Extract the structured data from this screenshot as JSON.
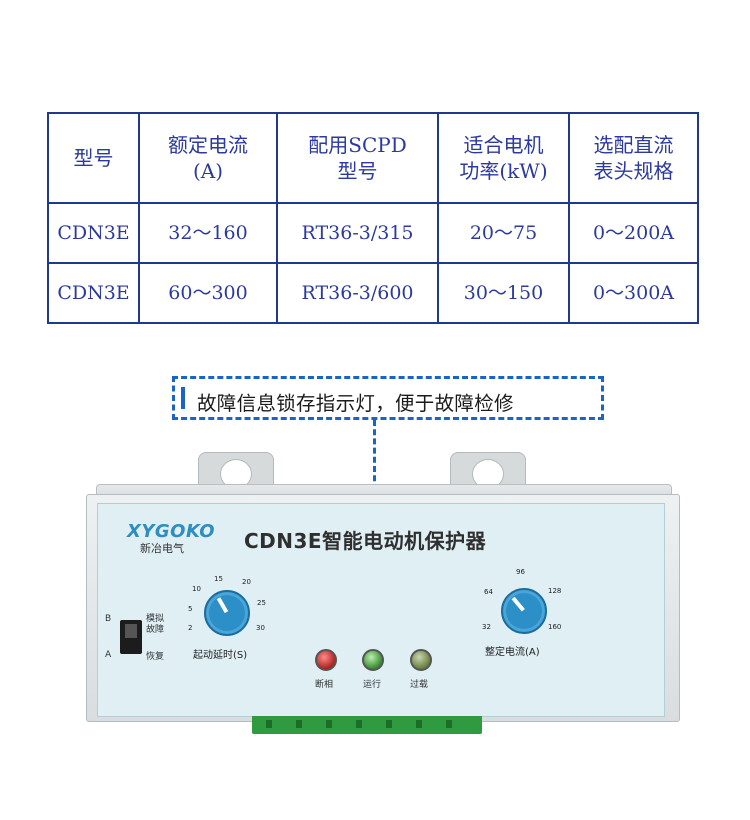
{
  "table": {
    "headers": [
      [
        "型号"
      ],
      [
        "额定电流",
        "(A)"
      ],
      [
        "配用SCPD",
        "型号"
      ],
      [
        "适合电机",
        "功率(kW)"
      ],
      [
        "选配直流",
        "表头规格"
      ]
    ],
    "rows": [
      [
        "CDN3E",
        "32～160",
        "RT36-3/315",
        "20～75",
        "0～200A"
      ],
      [
        "CDN3E",
        "60～300",
        "RT36-3/600",
        "30～150",
        "0～300A"
      ]
    ]
  },
  "callout": {
    "text": "故障信息锁存指示灯，便于故障检修"
  },
  "device": {
    "brand": "XYGOKO",
    "brand_sub": "新冶电气",
    "title": "CDN3E智能电动机保护器",
    "switch": {
      "top_letter": "B",
      "bottom_letter": "A",
      "label_top_1": "模拟",
      "label_top_2": "故障",
      "label_bottom": "恢复"
    },
    "delay_dial": {
      "caption": "起动延时(S)",
      "ticks": [
        "2",
        "5",
        "10",
        "15",
        "20",
        "25",
        "30"
      ]
    },
    "current_dial": {
      "caption": "整定电流(A)",
      "ticks": [
        "32",
        "64",
        "96",
        "128",
        "160"
      ]
    },
    "leds": [
      {
        "label": "断相",
        "color": "#c0302b"
      },
      {
        "label": "运行",
        "color": "#3a8a2f"
      },
      {
        "label": "过载",
        "color": "#6a7f40"
      }
    ]
  },
  "colors": {
    "table_text": "#2b3a9c",
    "table_border": "#1f3a8a",
    "accent": "#1a63c8",
    "panel": "#dfeff4"
  }
}
